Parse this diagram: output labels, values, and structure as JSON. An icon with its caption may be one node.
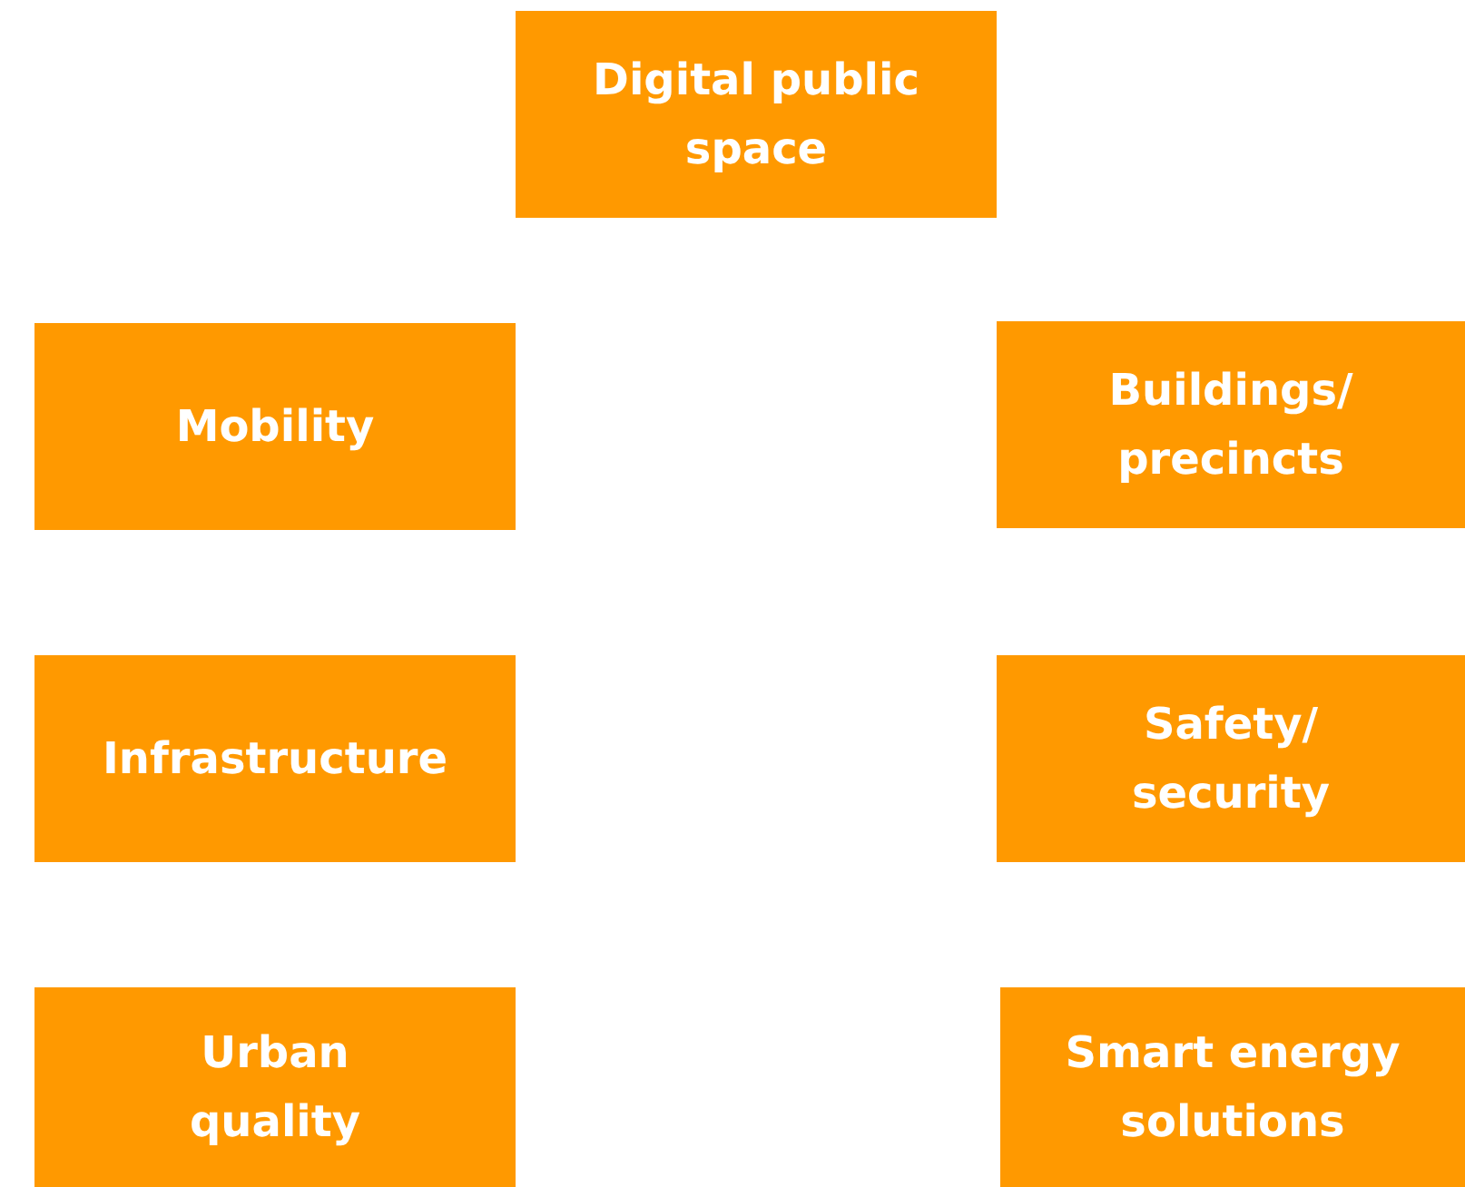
{
  "diagram": {
    "nodes": [
      {
        "text": [
          "Digital public space"
        ]
      },
      {
        "text": [
          "Mobility"
        ]
      },
      {
        "text": [
          "Buildings/ precincts"
        ]
      },
      {
        "text": [
          "Infrastructure"
        ]
      },
      {
        "text": [
          "Safety/ security"
        ]
      },
      {
        "text": [
          "Urban quality"
        ]
      },
      {
        "text": [
          "Smart energy solutions"
        ]
      }
    ]
  }
}
